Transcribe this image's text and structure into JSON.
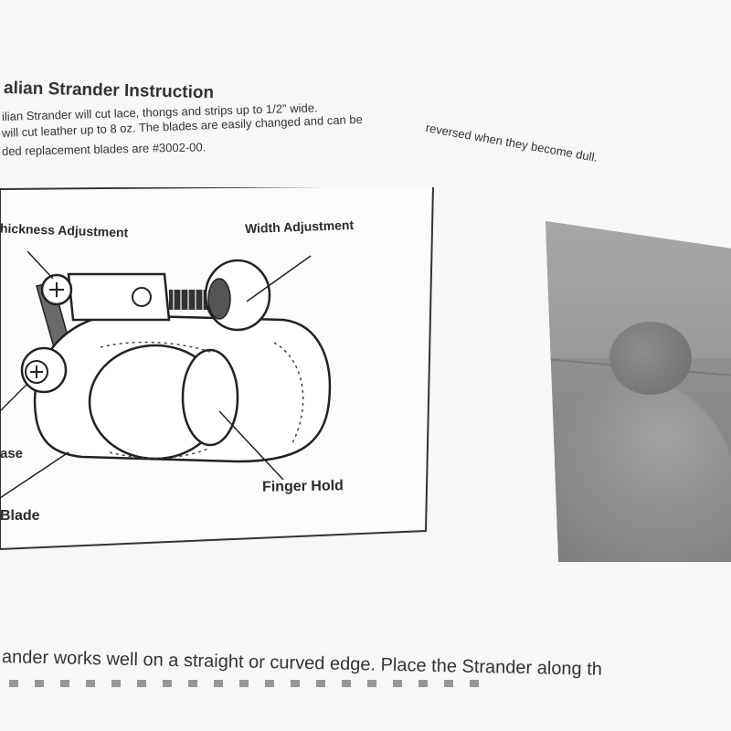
{
  "document": {
    "title": "alian Strander Instruction",
    "intro": [
      "ilian Strander will cut lace, thongs and strips up to 1/2\" wide.",
      "will cut leather up to 8 oz. The blades are easily changed and can be",
      "reversed when they become dull.",
      "ded replacement blades are #3002-00."
    ],
    "labels": {
      "thickness": "hickness Adjustment",
      "width": "Width Adjustment",
      "base": "ase",
      "finger_hold": "Finger Hold",
      "blade": "Blade"
    },
    "bottom_text": "ander works well on a straight or curved edge. Place the Strander along th"
  }
}
